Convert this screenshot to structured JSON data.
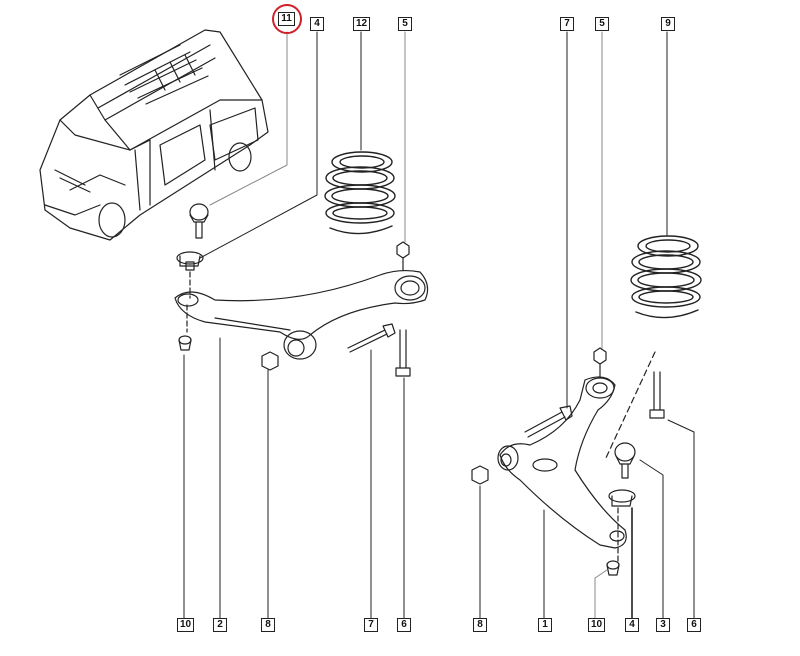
{
  "diagram": {
    "type": "exploded-parts-diagram",
    "subject": "Front suspension lower arm assembly (van)",
    "highlight_color": "#d0202a",
    "line_color": "#222222",
    "highlighted_callout": "11"
  },
  "callouts_top": [
    {
      "id": "11",
      "label": "11",
      "highlighted": true
    },
    {
      "id": "4a",
      "label": "4"
    },
    {
      "id": "12",
      "label": "12"
    },
    {
      "id": "5a",
      "label": "5"
    },
    {
      "id": "7b",
      "label": "7"
    },
    {
      "id": "5b",
      "label": "5"
    },
    {
      "id": "9",
      "label": "9"
    }
  ],
  "callouts_bottom": [
    {
      "id": "10a",
      "label": "10"
    },
    {
      "id": "2",
      "label": "2"
    },
    {
      "id": "8a",
      "label": "8"
    },
    {
      "id": "7a",
      "label": "7"
    },
    {
      "id": "6a",
      "label": "6"
    },
    {
      "id": "8b",
      "label": "8"
    },
    {
      "id": "1",
      "label": "1"
    },
    {
      "id": "10b",
      "label": "10"
    },
    {
      "id": "4b",
      "label": "4"
    },
    {
      "id": "3",
      "label": "3"
    },
    {
      "id": "6b",
      "label": "6"
    }
  ],
  "parts": [
    {
      "ref": "1",
      "name": "Lower control arm (right)"
    },
    {
      "ref": "2",
      "name": "Lower control arm (left)"
    },
    {
      "ref": "3",
      "name": "Ball joint"
    },
    {
      "ref": "4",
      "name": "Ball joint clamp"
    },
    {
      "ref": "5",
      "name": "Nut"
    },
    {
      "ref": "6",
      "name": "Bolt"
    },
    {
      "ref": "7",
      "name": "Bolt"
    },
    {
      "ref": "8",
      "name": "Nut"
    },
    {
      "ref": "9",
      "name": "Coil spring"
    },
    {
      "ref": "10",
      "name": "Nut"
    },
    {
      "ref": "11",
      "name": "Ball joint"
    },
    {
      "ref": "12",
      "name": "Coil spring"
    }
  ]
}
